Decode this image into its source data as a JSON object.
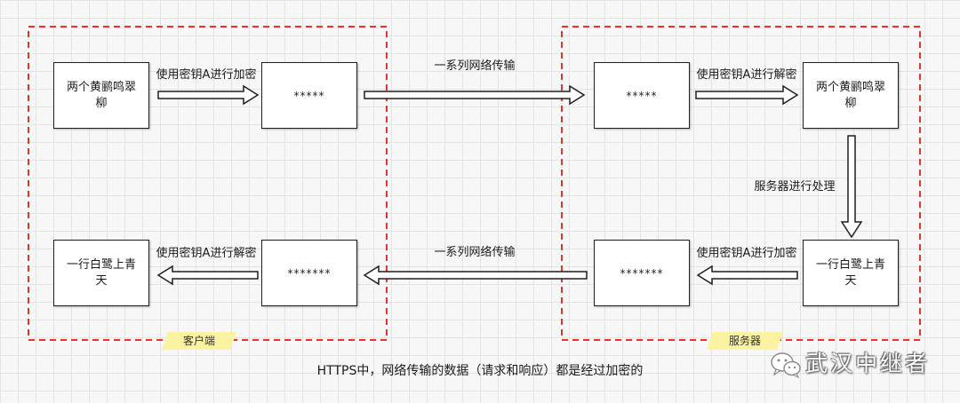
{
  "diagram": {
    "regions": {
      "client": {
        "label": "客户端"
      },
      "server": {
        "label": "服务器"
      }
    },
    "nodes": {
      "client_request_plain": "两个黄鹂鸣翠柳",
      "client_request_cipher": "*****",
      "server_request_cipher": "*****",
      "server_request_plain": "两个黄鹂鸣翠柳",
      "server_response_plain": "一行白鹭上青天",
      "server_response_cipher": "*******",
      "client_response_cipher": "*******",
      "client_response_plain": "一行白鹭上青天"
    },
    "edges": {
      "client_encrypt": "使用密钥A进行加密",
      "request_network": "一系列网络传输",
      "server_decrypt": "使用密钥A进行解密",
      "server_process": "服务器进行处理",
      "server_encrypt": "使用密钥A进行加密",
      "response_network": "一系列网络传输",
      "client_decrypt": "使用密钥A进行解密"
    },
    "caption": "HTTPS中，网络传输的数据（请求和响应）都是经过加密的"
  },
  "watermark": {
    "icon": "wechat-icon",
    "text": "武汉中继者"
  },
  "colors": {
    "region_border": "#e8332b",
    "region_tag": "#fbf3a1",
    "node_border": "#1f1f1f",
    "arrow_stroke": "#1f1f1f",
    "arrow_fill": "#ffffff"
  }
}
